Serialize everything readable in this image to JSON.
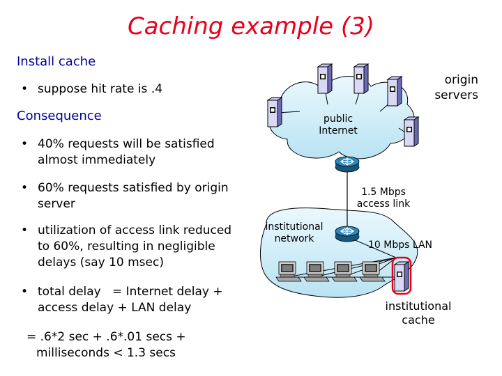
{
  "title": "Caching example (3)",
  "install_cache": "Install cache",
  "bullet_hit_rate": "suppose hit rate is .4",
  "consequence": "Consequence",
  "bullets": [
    {
      "line1": "40% requests will be satisfied",
      "line2": "almost immediately"
    },
    {
      "line1": "60% requests satisfied by origin",
      "line2": "server"
    },
    {
      "line1": "utilization of access link reduced",
      "line2": "to 60%, resulting in negligible",
      "line3": "delays (say 10 msec)"
    },
    {
      "line1": "total delay   = Internet delay +",
      "line2": "access delay + LAN delay"
    }
  ],
  "formula": {
    "line1": "= .6*2 sec + .6*.01 secs +",
    "line2": "milliseconds < 1.3 secs"
  },
  "diagram": {
    "origin_servers": {
      "line1": "origin",
      "line2": "servers"
    },
    "public_internet": {
      "line1": "public",
      "line2": "Internet"
    },
    "access_link": {
      "line1": "1.5 Mbps",
      "line2": "access link"
    },
    "institutional_network": {
      "line1": "institutional",
      "line2": "network"
    },
    "lan": "10 Mbps LAN",
    "institutional_cache": {
      "line1": "institutional",
      "line2": "cache"
    }
  },
  "colors": {
    "title": "#e8001c",
    "text_heading": "#000099",
    "network_fill": "#c6ecf8",
    "router": "#1f6f9a",
    "cache_highlight": "#e8001c"
  }
}
